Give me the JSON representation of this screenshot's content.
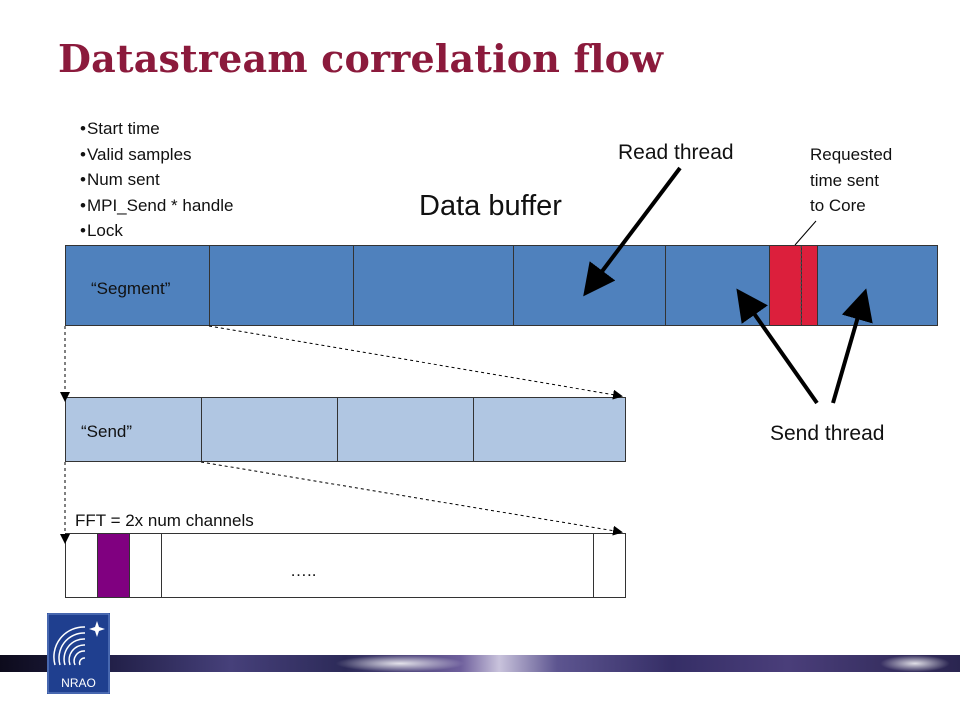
{
  "title": "Datastream correlation flow",
  "bullets": [
    "Start time",
    "Valid samples",
    "Num sent",
    "MPI_Send * handle",
    "Lock"
  ],
  "labels": {
    "data_buffer": "Data buffer",
    "read_thread": "Read thread",
    "requested_line1": "Requested",
    "requested_line2": "time sent",
    "requested_line3": "to Core",
    "segment": "“Segment”",
    "send": "“Send”",
    "send_thread": "Send thread",
    "fft": "FFT = 2x num channels",
    "ellipsis": "….."
  },
  "logo_text": "NRAO",
  "colors": {
    "title": "#8b1a3c",
    "segment_fill": "#4f81bd",
    "requested_fill": "#dc1f3c",
    "send_fill": "#b0c6e2",
    "fft_marker": "#800080",
    "logo": "#1f3f8f"
  }
}
